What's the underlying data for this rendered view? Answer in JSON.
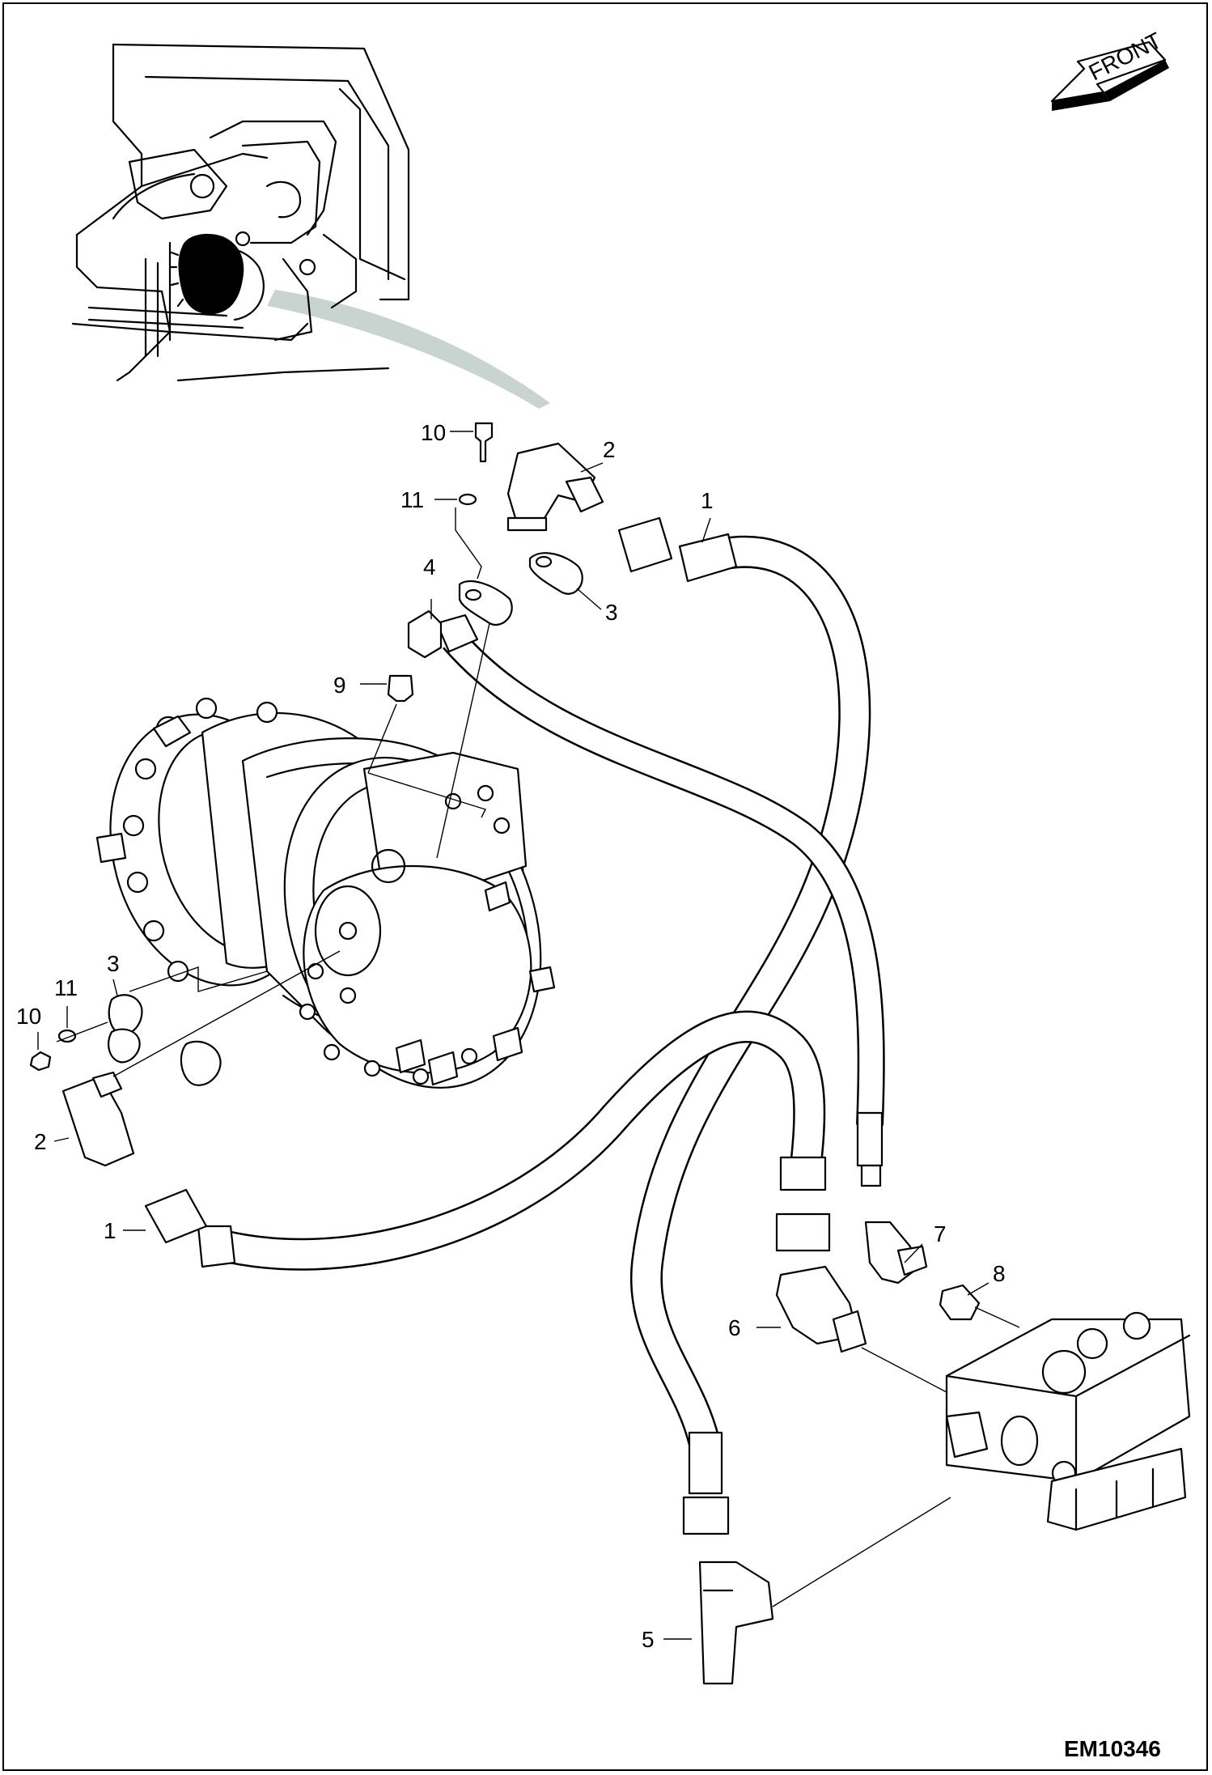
{
  "drawing_code": "EM10346",
  "front_arrow_label": "FRONT",
  "callouts": [
    {
      "id": "c10-top",
      "text": "10"
    },
    {
      "id": "c11-top",
      "text": "11"
    },
    {
      "id": "c2-top",
      "text": "2"
    },
    {
      "id": "c1-top",
      "text": "1"
    },
    {
      "id": "c3-top",
      "text": "3"
    },
    {
      "id": "c4",
      "text": "4"
    },
    {
      "id": "c9",
      "text": "9"
    },
    {
      "id": "c3-left",
      "text": "3"
    },
    {
      "id": "c11-left",
      "text": "11"
    },
    {
      "id": "c10-left",
      "text": "10"
    },
    {
      "id": "c2-left",
      "text": "2"
    },
    {
      "id": "c1-left",
      "text": "1"
    },
    {
      "id": "c7",
      "text": "7"
    },
    {
      "id": "c8",
      "text": "8"
    },
    {
      "id": "c6",
      "text": "6"
    },
    {
      "id": "c5",
      "text": "5"
    }
  ],
  "colors": {
    "line": "#000000",
    "background": "#ffffff",
    "highlight_band": "#c9d4d0"
  }
}
